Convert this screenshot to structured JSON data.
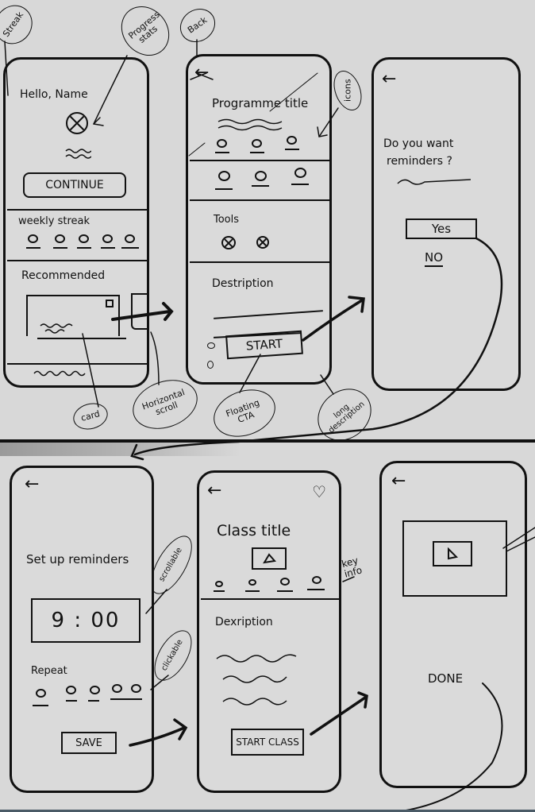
{
  "screens": {
    "home": {
      "greeting": "Hello, Name",
      "continue_label": "CONTINUE",
      "weekly_streak_label": "weekly streak",
      "streak_days": 5,
      "recommended_label": "Recommended"
    },
    "programme": {
      "title": "Programme title",
      "tools_label": "Tools",
      "description_label": "Destription",
      "start_label": "START"
    },
    "reminder_prompt": {
      "question_line1": "Do you want",
      "question_line2": "reminders ?",
      "yes_label": "Yes",
      "no_label": "NO"
    },
    "reminder_setup": {
      "title": "Set up reminders",
      "time_value": "9 : 00",
      "repeat_label": "Repeat",
      "save_label": "SAVE"
    },
    "class": {
      "title": "Class title",
      "description_label": "Dexription",
      "start_class_label": "START CLASS"
    },
    "done": {
      "done_label": "DONE"
    }
  },
  "annotations": {
    "streak": "Streak",
    "progress_stats": "Progress stats",
    "back": "Back",
    "icons": "icons",
    "card": "card",
    "horizontal_scroll": "Horizontal scroll",
    "floating_cta": "Floating CTA",
    "long_description": "long description",
    "scrollable": "scrollable",
    "clickable": "clickable",
    "key_info": "key info"
  }
}
